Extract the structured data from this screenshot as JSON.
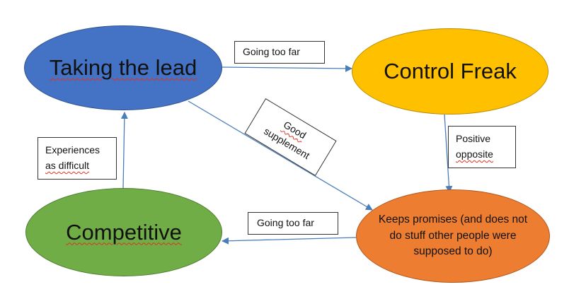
{
  "nodes": {
    "taking_the_lead": {
      "label": "Taking the lead",
      "color": "#4472c4"
    },
    "control_freak": {
      "label": "Control Freak",
      "color": "#ffc000"
    },
    "competitive": {
      "label": "Competitive",
      "color": "#70ad47"
    },
    "keeps_promises": {
      "line1": "Keeps promises (and does not",
      "line2": "do stuff other people were",
      "line3": "supposed to do)",
      "color": "#ed7d31"
    }
  },
  "edges": {
    "lead_to_freak": "Going too far",
    "freak_to_keeps": {
      "line1": "Positive",
      "line2": "opposite"
    },
    "lead_to_keeps": {
      "line1": "Good",
      "line2": "supplement"
    },
    "keeps_to_competitive": "Going too far",
    "competitive_to_lead": {
      "line1": "Experiences",
      "line2": "as difficult"
    }
  },
  "connector_color": "#4a7ebb"
}
